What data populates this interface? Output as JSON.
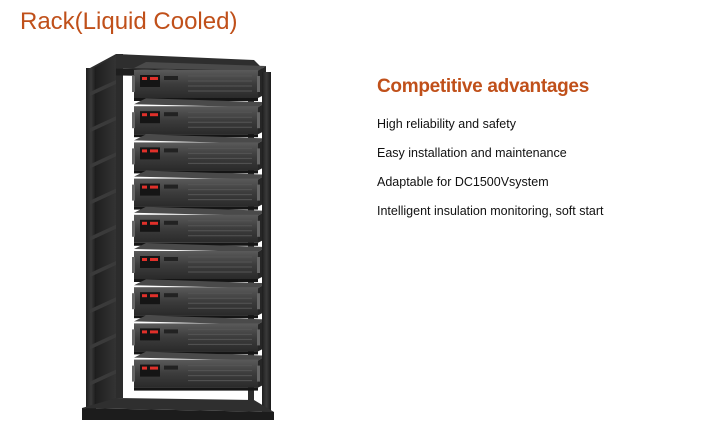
{
  "page": {
    "title": "Rack(Liquid Cooled)"
  },
  "product_image": {
    "icon": "battery-rack-image",
    "module_count": 9
  },
  "advantages": {
    "heading": "Competitive advantages",
    "items": [
      "High reliability and safety",
      "Easy installation and maintenance",
      "Adaptable for DC1500Vsystem",
      "Intelligent insulation monitoring, soft start"
    ]
  },
  "colors": {
    "accent": "#c0501a",
    "text": "#111111",
    "rack_frame": "#2a2a2a",
    "module_body": "#3a3a3a",
    "display_red": "#e0302a"
  }
}
